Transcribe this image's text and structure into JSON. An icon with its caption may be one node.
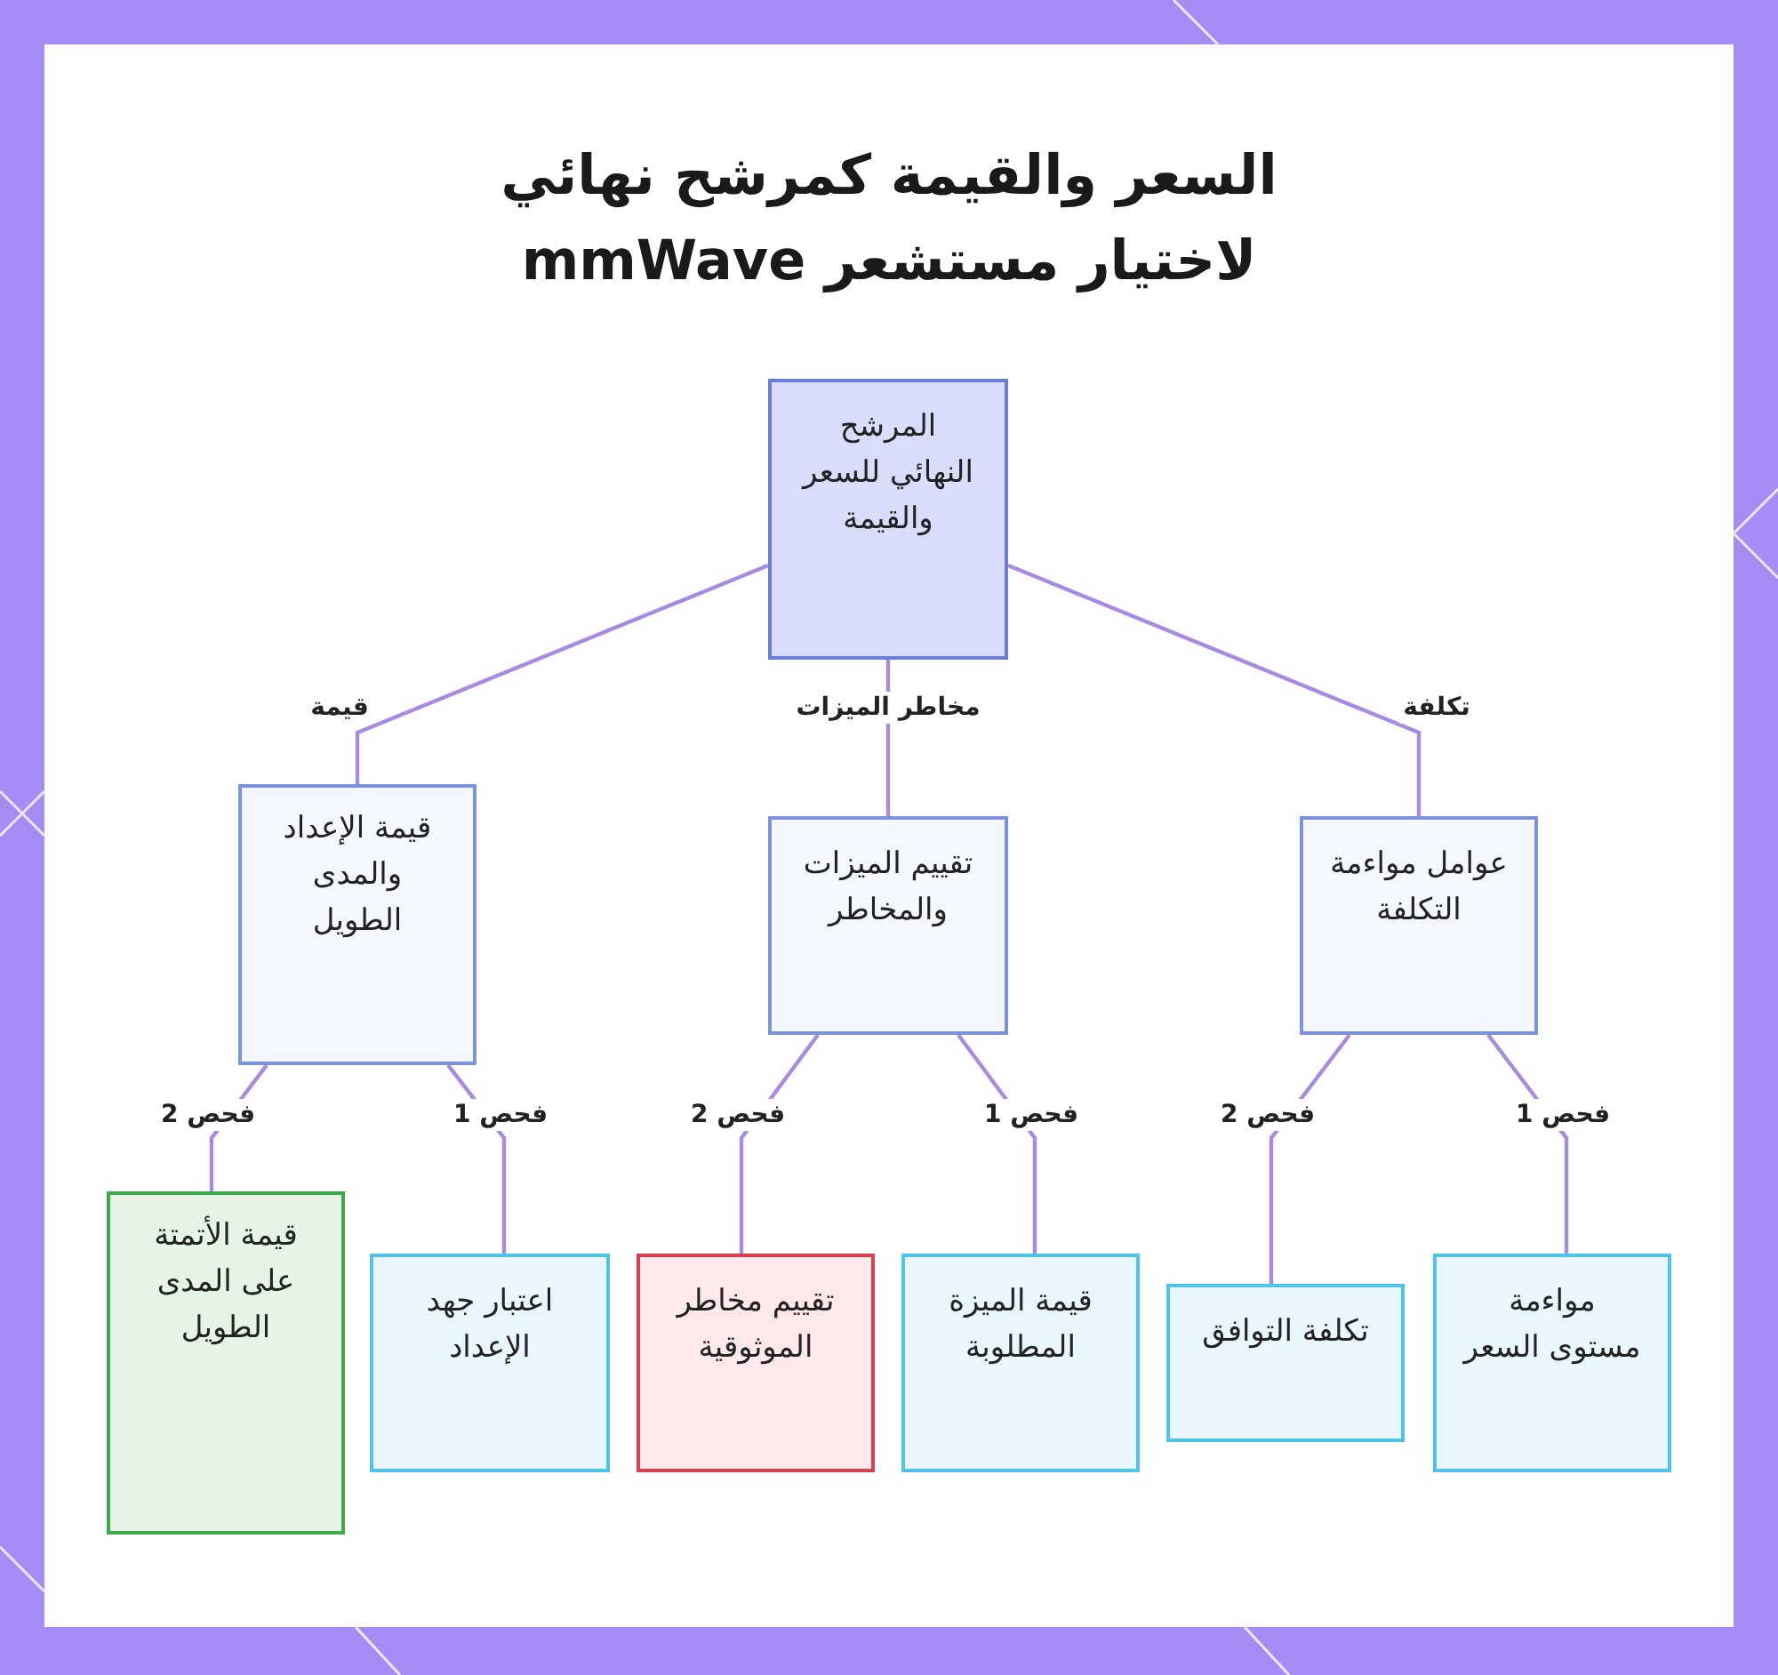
{
  "diagram": {
    "title": "السعر والقيمة كمرشح نهائي لاختيار مستشعر mmWave",
    "nodes": [
      {
        "text": [
          "المرشح النهائي للسعر والقيمة"
        ]
      },
      {
        "text": [
          "قيمة الإعداد والمدى الطويل"
        ]
      },
      {
        "text": [
          "تقييم الميزات والمخاطر"
        ]
      },
      {
        "text": [
          "عوامل مواءمة التكلفة"
        ]
      },
      {
        "text": [
          "قيمة الأتمتة على المدى الطويل"
        ]
      },
      {
        "text": [
          "اعتبار جهد الإعداد"
        ]
      },
      {
        "text": [
          "تقييم مخاطر الموثوقية"
        ]
      },
      {
        "text": [
          "قيمة الميزة المطلوبة"
        ]
      },
      {
        "text": [
          "تكلفة التوافق"
        ]
      },
      {
        "text": [
          "مواءمة مستوى السعر"
        ]
      }
    ],
    "edges": [
      {
        "from": 0,
        "to": 1,
        "arrow": "none",
        "label": "قيمة"
      },
      {
        "from": 0,
        "to": 2,
        "arrow": "none",
        "label": "مخاطر الميزات"
      },
      {
        "from": 0,
        "to": 3,
        "arrow": "none",
        "label": "تكلفة"
      },
      {
        "from": 1,
        "to": 4,
        "arrow": "none",
        "label": "فحص 2"
      },
      {
        "from": 1,
        "to": 5,
        "arrow": "none",
        "label": "فحص 1"
      },
      {
        "from": 2,
        "to": 6,
        "arrow": "none",
        "label": "فحص 2"
      },
      {
        "from": 2,
        "to": 7,
        "arrow": "none",
        "label": "فحص 1"
      },
      {
        "from": 3,
        "to": 8,
        "arrow": "none",
        "label": "فحص 2"
      },
      {
        "from": 3,
        "to": 9,
        "arrow": "none",
        "label": "فحص 1"
      }
    ]
  }
}
